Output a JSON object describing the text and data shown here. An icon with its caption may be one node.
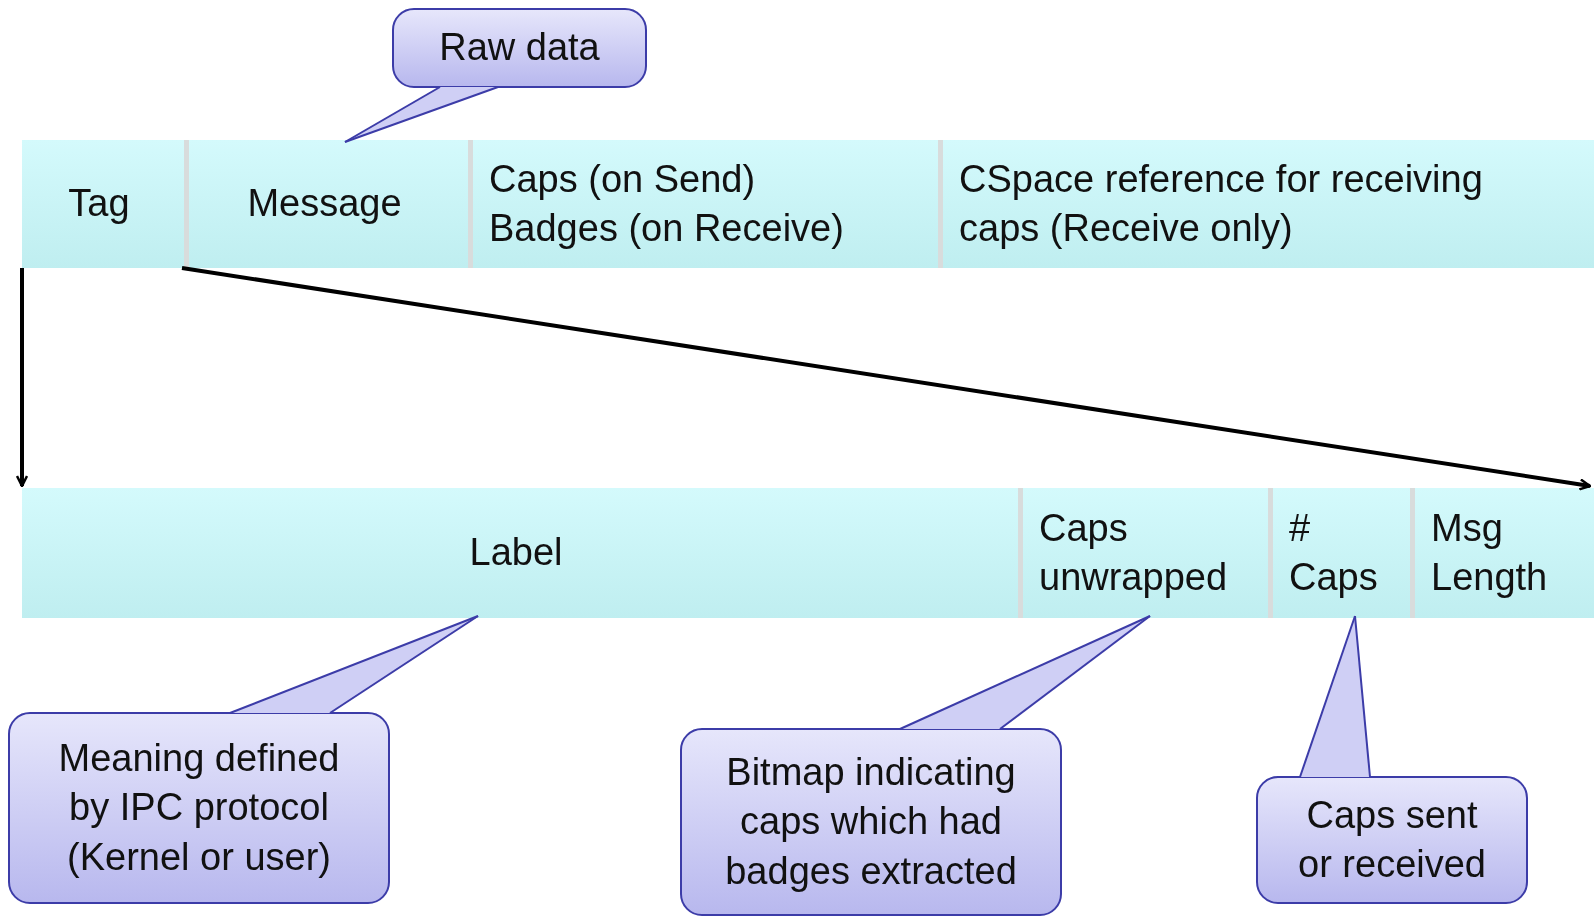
{
  "diagram": {
    "nodes": [
      {
        "text": [
          "Tag"
        ]
      },
      {
        "text": [
          "Message"
        ]
      },
      {
        "text": [
          "Caps (on Send) Badges (on Receive)"
        ]
      },
      {
        "text": [
          "CSpace reference for receiving caps (Receive only)"
        ]
      },
      {
        "text": [
          "Raw data"
        ]
      },
      {
        "text": [
          "Label"
        ]
      },
      {
        "text": [
          "Caps unwrapped"
        ]
      },
      {
        "text": [
          "# Caps"
        ]
      },
      {
        "text": [
          "Msg Length"
        ]
      },
      {
        "text": [
          "Meaning defined by IPC protocol (Kernel or user)"
        ]
      },
      {
        "text": [
          "Bitmap indicating caps which had badges extracted"
        ]
      },
      {
        "text": [
          "Caps sent or received"
        ]
      }
    ],
    "edges": [
      {
        "from": 4,
        "to": 1,
        "arrow": "none"
      },
      {
        "from": 0,
        "to": 5,
        "arrow": "to",
        "color": "#000000"
      },
      {
        "from": 0,
        "to": 8,
        "arrow": "to",
        "color": "#000000"
      },
      {
        "from": 9,
        "to": 5,
        "arrow": "none"
      },
      {
        "from": 10,
        "to": 6,
        "arrow": "none"
      },
      {
        "from": 11,
        "to": 7,
        "arrow": "none"
      }
    ]
  }
}
